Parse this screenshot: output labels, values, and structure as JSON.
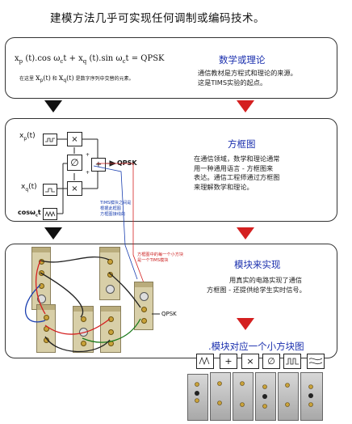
{
  "header": {
    "title": "建模方法几乎可实现任何调制或编码技术。"
  },
  "section1": {
    "formula_tokens": {
      "xp": "x",
      "xp_sub": "p",
      "t_paren": "(t)",
      "cos": ".cos",
      "omega": "ω",
      "c_sub": "c",
      "t": "t",
      "plus": "+",
      "xq": "x",
      "xq_sub": "q",
      "sin": ".sin",
      "eq": "= QPSK"
    },
    "note_prefix": "在这里",
    "note_and": "和",
    "note_suffix": "是数字序列中交替的元素。",
    "heading": "数学或理论",
    "text_line1": "通信教材是方程式和理论的来源。",
    "text_line2": "这是TIMS实验的起点。"
  },
  "section2": {
    "heading": "方框图",
    "text_lines": [
      "在通信领域，数学和理论通常",
      "用一种通用语言 - 方框图来",
      "表达。通信工程师通过方框图",
      "来理解数学和理论。"
    ],
    "labels": {
      "xp": "x",
      "xp_sub": "p",
      "xp_t": "(t)",
      "xq": "x",
      "xq_sub": "q",
      "xq_t": "(t)",
      "carrier": "cosω",
      "carrier_sub": "c",
      "carrier_t": "t",
      "multiply": "×",
      "phase": "∅",
      "sum": "+",
      "output": "QPSK",
      "plus_top": "+",
      "plus_bottom": "+"
    },
    "annotation_blue": [
      "TIMS模块之间是",
      "根据此框图",
      "方框图接线的"
    ]
  },
  "section3": {
    "heading": "模块来实现",
    "text_line1": "用真实的电路实现了通信",
    "text_line2": "方框图 - 还提供给学生实时信号。",
    "annotation_red": [
      "方框图中的每一个小方块",
      "是一个TIMS模块"
    ],
    "output": "QPSK"
  },
  "section4": {
    "heading": ".模块对应一个小方块图",
    "thumb_symbols": [
      "∿",
      "+",
      "×",
      "∅",
      "⊓⊓",
      "∿"
    ]
  },
  "colors": {
    "blue_heading": "#1a2fae",
    "red_arrow": "#d42020",
    "black_arrow": "#111111"
  }
}
